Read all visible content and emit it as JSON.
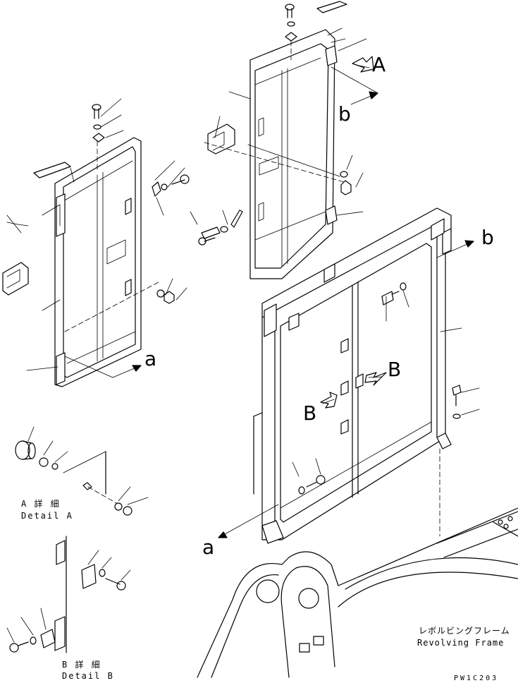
{
  "view_labels": {
    "arrow_a_lower": "a",
    "arrow_a_upper": "a",
    "arrow_b_upper": "b",
    "arrow_b_right": "b",
    "view_A": "A",
    "view_B_right": "B",
    "view_B_left": "B"
  },
  "detail_a": {
    "title_jp": "A 詳 細",
    "title_en": "Detail A"
  },
  "detail_b": {
    "title_jp": "B 詳 細",
    "title_en": "Detail B"
  },
  "frame": {
    "name_jp": "レボルビングフレーム",
    "name_en": "Revolving Frame"
  },
  "drawing_code": "PW1C203"
}
